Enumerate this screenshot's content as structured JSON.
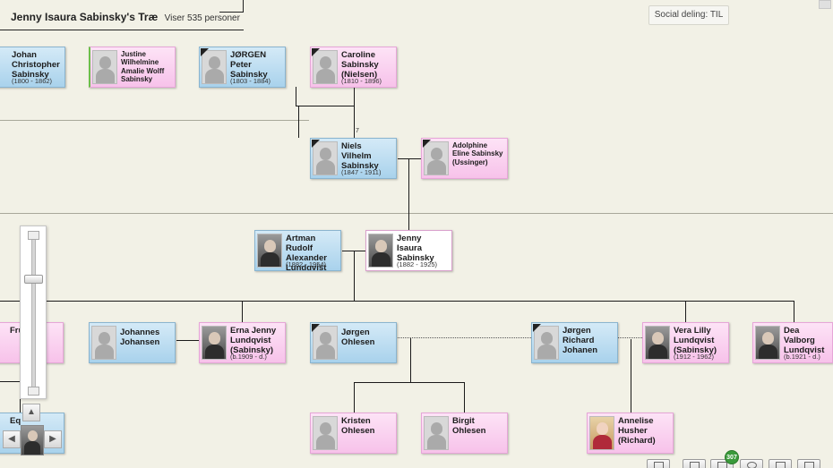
{
  "header": {
    "title": "Jenny Isaura Sabinsky's Træ",
    "subtitle": "Viser 535 personer",
    "social_label": "Social deling: TIL"
  },
  "generation_marker": "7",
  "notification_count": "307",
  "colors": {
    "male_card": "#a9d2ec",
    "female_card": "#f7c2ea",
    "background": "#f2f1e6"
  },
  "people": {
    "johan": {
      "name": "Johan Christopher Sabinsky",
      "years": "(1800 - 1862)"
    },
    "justine": {
      "name": "Justine Wilhelmine Amalie Wolff Sabinsky",
      "years": ""
    },
    "jorgen_peter": {
      "name": "JØRGEN Peter Sabinsky",
      "years": "(1803 - 1884)"
    },
    "caroline": {
      "name": "Caroline Sabinsky (Nielsen)",
      "years": "(1810 - 1896)"
    },
    "niels": {
      "name": "Niels Vilhelm Sabinsky",
      "years": "(1847 - 1911)"
    },
    "adolphine": {
      "name": "Adolphine Eline Sabinsky (Ussinger)",
      "years": ""
    },
    "artman": {
      "name": "Artman Rudolf Alexander Lundqvist",
      "years": "(1882 - 1954)"
    },
    "jenny": {
      "name": "Jenny Isaura Sabinsky",
      "years": "(1882 - 1925)"
    },
    "fru": {
      "name": "Fru Lu",
      "years": ""
    },
    "johannes": {
      "name": "Johannes Johansen",
      "years": ""
    },
    "erna": {
      "name": "Erna Jenny Lundqvist (Sabinsky)",
      "years": "(b.1909 - d.)"
    },
    "jorgen_ohlesen": {
      "name": "Jørgen Ohlesen",
      "years": ""
    },
    "jorgen_richard": {
      "name": "Jørgen Richard Johanen",
      "years": ""
    },
    "vera": {
      "name": "Vera Lilly Lundqvist (Sabinsky)",
      "years": "(1912 - 1962)"
    },
    "dea": {
      "name": "Dea Valborg Lundqvist",
      "years": "(b.1921 - d.)"
    },
    "kristen": {
      "name": "Kristen Ohlesen",
      "years": ""
    },
    "birgit": {
      "name": "Birgit Ohlesen",
      "years": ""
    },
    "annelise": {
      "name": "Annelise Husher (Richard)",
      "years": ""
    },
    "edge": {
      "name": "Eq",
      "years": ""
    }
  },
  "icons": {
    "zoom_in": "plus-icon",
    "zoom_out": "minus-icon",
    "pan_up": "up-arrow-icon",
    "pan_left": "left-arrow-icon",
    "pan_right": "right-arrow-icon",
    "pan_up_glyph": "▲",
    "pan_left_glyph": "◀",
    "pan_right_glyph": "▶"
  }
}
